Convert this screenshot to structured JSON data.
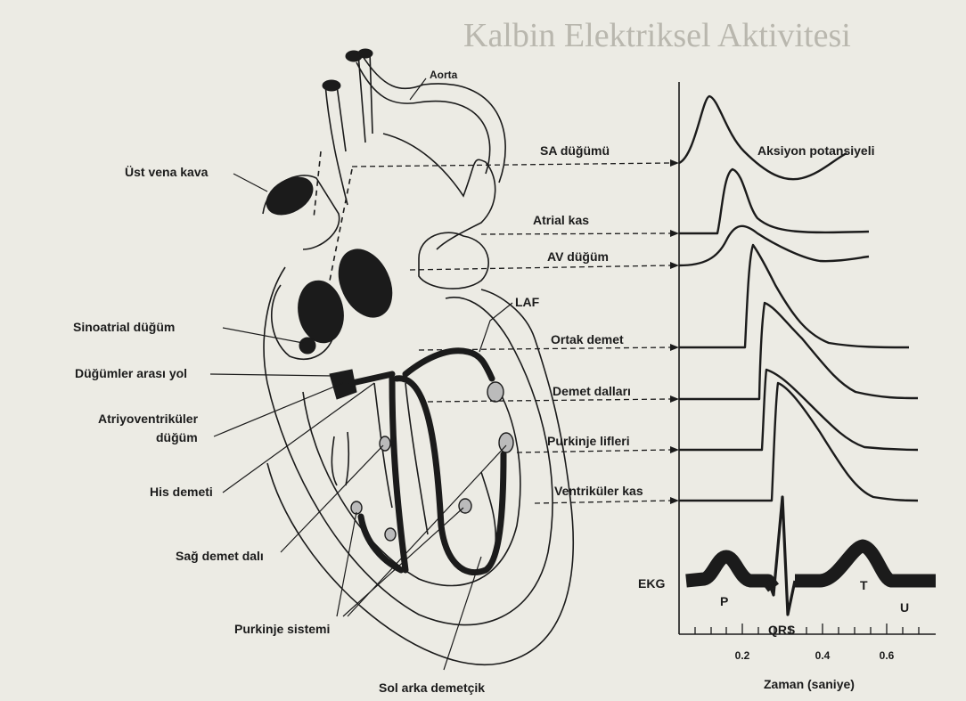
{
  "background_title": "Kalbin Elektriksel Aktivitesi",
  "heart_labels": {
    "aorta": "Aorta",
    "ust_vena_kava": "Üst vena kava",
    "sinoatrial": "Sinoatrial düğüm",
    "dugumler_arasi": "Düğümler arası yol",
    "atriyoventrikuler_1": "Atriyoventriküler",
    "atriyoventrikuler_2": "düğüm",
    "his": "His demeti",
    "sag_demet": "Sağ demet dalı",
    "purkinje_sistemi": "Purkinje sistemi",
    "sol_arka": "Sol arka demetçik",
    "laf": "LAF"
  },
  "trace_labels": {
    "aksiyon": "Aksiyon potansiyeli",
    "sa": "SA düğümü",
    "atrial": "Atrial kas",
    "av": "AV düğüm",
    "ortak": "Ortak demet",
    "dallari": "Demet dalları",
    "purkinje": "Purkinje lifleri",
    "ventrikuler": "Ventriküler kas"
  },
  "ekg": {
    "label": "EKG",
    "p": "P",
    "qrs": "QRS",
    "t": "T",
    "u": "U"
  },
  "axis": {
    "xlabel": "Zaman (saniye)",
    "ticks": [
      "0.2",
      "0.4",
      "0.6"
    ]
  },
  "colors": {
    "ink": "#1b1b1b",
    "paper": "#ecebe4"
  }
}
